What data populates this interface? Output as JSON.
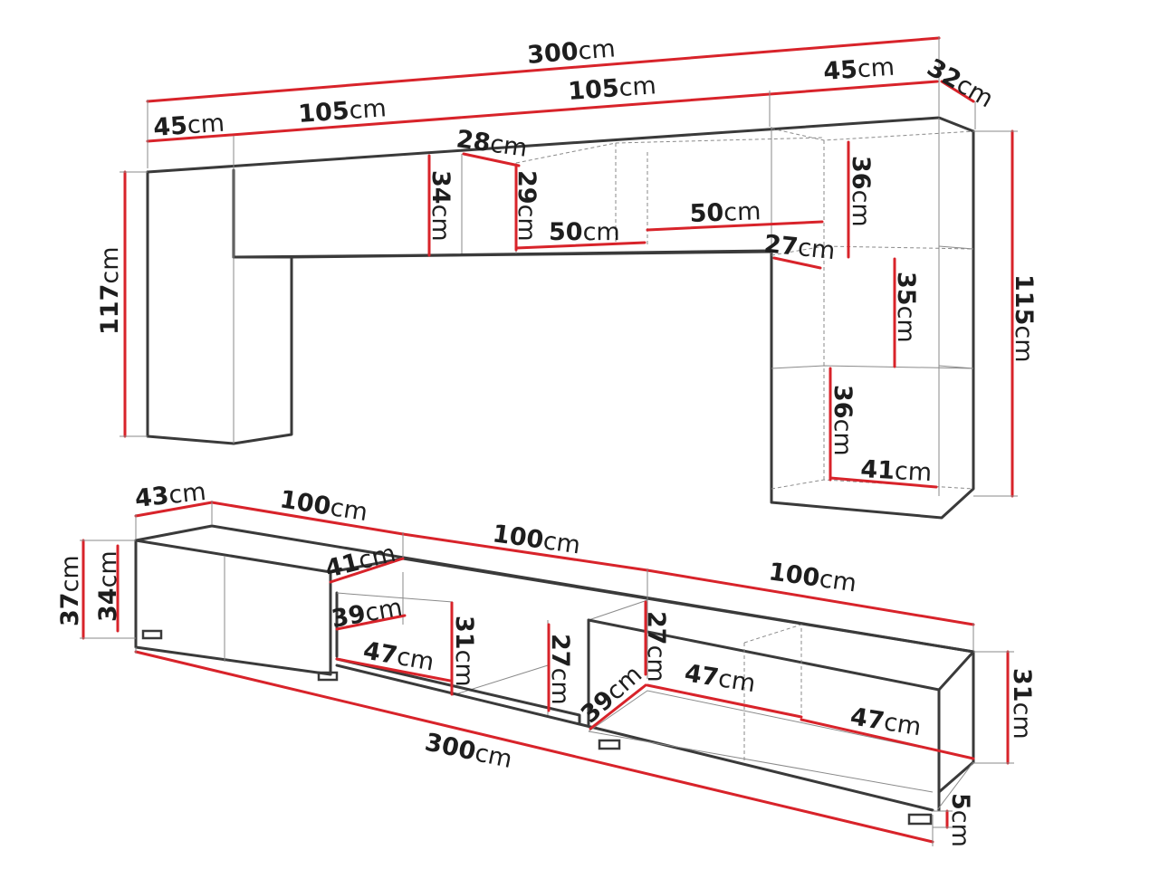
{
  "labels": {
    "top_total_width": {
      "num": "300",
      "unit": "cm"
    },
    "top_left_width": {
      "num": "45",
      "unit": "cm"
    },
    "top_mid_width": {
      "num": "105",
      "unit": "cm"
    },
    "top_mid2_width": {
      "num": "105",
      "unit": "cm"
    },
    "top_right_width": {
      "num": "45",
      "unit": "cm"
    },
    "top_depth": {
      "num": "32",
      "unit": "cm"
    },
    "top_left_height": {
      "num": "117",
      "unit": "cm"
    },
    "top_right_height": {
      "num": "115",
      "unit": "cm"
    },
    "wall_depth": {
      "num": "28",
      "unit": "cm"
    },
    "wall_height_34": {
      "num": "34",
      "unit": "cm"
    },
    "wall_height_29": {
      "num": "29",
      "unit": "cm"
    },
    "shelf_50_a": {
      "num": "50",
      "unit": "cm"
    },
    "shelf_50_b": {
      "num": "50",
      "unit": "cm"
    },
    "tower_36_top": {
      "num": "36",
      "unit": "cm"
    },
    "tower_depth_27": {
      "num": "27",
      "unit": "cm"
    },
    "tower_35": {
      "num": "35",
      "unit": "cm"
    },
    "tower_36_bottom": {
      "num": "36",
      "unit": "cm"
    },
    "tower_41": {
      "num": "41",
      "unit": "cm"
    },
    "tv_depth_43": {
      "num": "43",
      "unit": "cm"
    },
    "tv_width_1": {
      "num": "100",
      "unit": "cm"
    },
    "tv_width_2": {
      "num": "100",
      "unit": "cm"
    },
    "tv_width_3": {
      "num": "100",
      "unit": "cm"
    },
    "tv_height_37": {
      "num": "37",
      "unit": "cm"
    },
    "tv_height_34": {
      "num": "34",
      "unit": "cm"
    },
    "tv_depth_41": {
      "num": "41",
      "unit": "cm"
    },
    "tv_39_a": {
      "num": "39",
      "unit": "cm"
    },
    "tv_47_a": {
      "num": "47",
      "unit": "cm"
    },
    "tv_31_mid": {
      "num": "31",
      "unit": "cm"
    },
    "tv_27_a": {
      "num": "27",
      "unit": "cm"
    },
    "tv_27_b": {
      "num": "27",
      "unit": "cm"
    },
    "tv_39_b": {
      "num": "39",
      "unit": "cm"
    },
    "tv_47_b": {
      "num": "47",
      "unit": "cm"
    },
    "tv_47_c": {
      "num": "47",
      "unit": "cm"
    },
    "tv_height_31": {
      "num": "31",
      "unit": "cm"
    },
    "tv_total_300": {
      "num": "300",
      "unit": "cm"
    },
    "tv_leg_5": {
      "num": "5",
      "unit": "cm"
    }
  },
  "colors": {
    "dimension_line": "#d8232a",
    "furniture_outline": "#3a3a3a",
    "text": "#1e1e1e"
  }
}
